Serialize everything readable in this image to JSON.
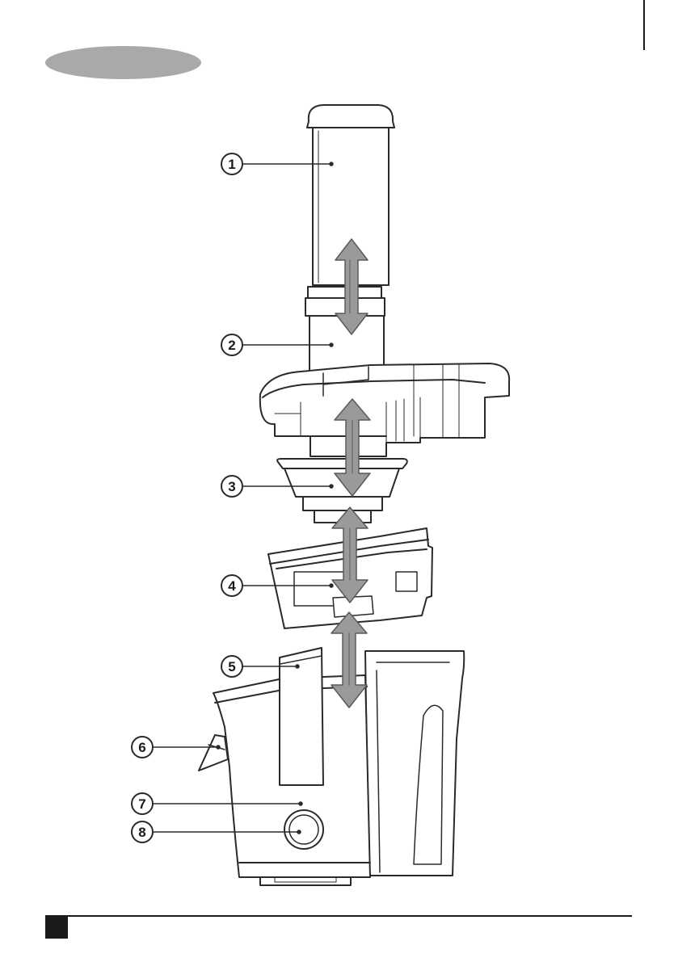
{
  "header": {
    "pill_label": ""
  },
  "callouts": [
    {
      "number": "1",
      "part": ""
    },
    {
      "number": "2",
      "part": ""
    },
    {
      "number": "3",
      "part": ""
    },
    {
      "number": "4",
      "part": ""
    },
    {
      "number": "5",
      "part": ""
    },
    {
      "number": "6",
      "part": ""
    },
    {
      "number": "7",
      "part": ""
    },
    {
      "number": "8",
      "part": ""
    }
  ],
  "colors": {
    "pill": "#a9a9a9",
    "line": "#2a2a2a",
    "arrow_fill": "#9a9a9a",
    "arrow_stroke": "#5a5a5a",
    "marker": "#1a1a1a"
  },
  "footer": {
    "page_number": ""
  }
}
